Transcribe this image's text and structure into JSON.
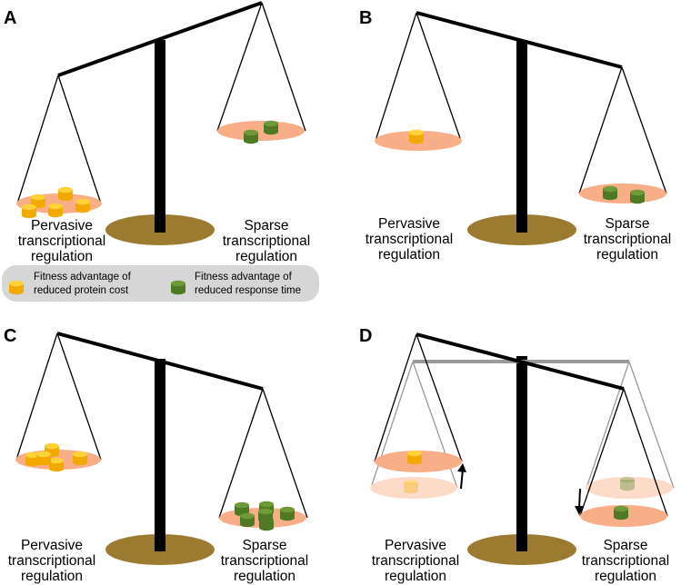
{
  "colors": {
    "pan": "#F8AE86",
    "pan_faded": "#FCDCC8",
    "base": "#9A7B2F",
    "beam": "#000000",
    "beam_ghost": "#9A9A9A",
    "protein_coin": "#FFD23A",
    "protein_coin_dark": "#F2A900",
    "response_coin": "#6E9A3A",
    "response_coin_dark": "#4F7A25",
    "legend_bg": "#D6D6D6"
  },
  "legend": {
    "protein": {
      "line1": "Fitness advantage of",
      "line2": "reduced protein cost",
      "icon": "yellow-coin-icon"
    },
    "response": {
      "line1": "Fitness advantage of",
      "line2": "reduced response time",
      "icon": "green-coin-icon"
    }
  },
  "panels": [
    {
      "letter": "A",
      "left_label": [
        "Pervasive",
        "transcriptional",
        "regulation"
      ],
      "right_label": [
        "Sparse",
        "transcriptional",
        "regulation"
      ],
      "left_coins": 5,
      "right_coins": 2
    },
    {
      "letter": "B",
      "left_label": [
        "Pervasive",
        "transcriptional",
        "regulation"
      ],
      "right_label": [
        "Sparse",
        "transcriptional",
        "regulation"
      ],
      "left_coins": 1,
      "right_coins": 2
    },
    {
      "letter": "C",
      "left_label": [
        "Pervasive",
        "transcriptional",
        "regulation"
      ],
      "right_label": [
        "Sparse",
        "transcriptional",
        "regulation"
      ],
      "left_coins": 5,
      "right_coins": 6
    },
    {
      "letter": "D",
      "left_label": [
        "Pervasive",
        "transcriptional",
        "regulation"
      ],
      "right_label": [
        "Sparse",
        "transcriptional",
        "regulation"
      ],
      "left_coins": 1,
      "right_coins": 1
    }
  ]
}
